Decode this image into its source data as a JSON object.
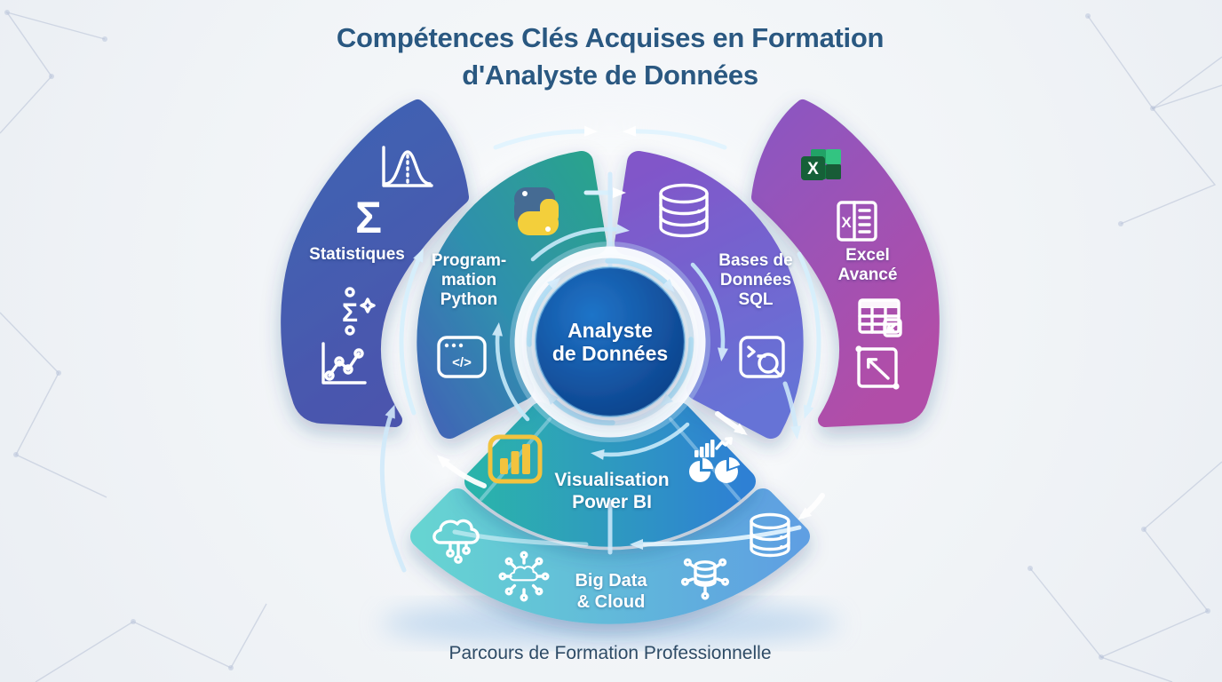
{
  "title": {
    "line1": "Compétences Clés Acquises en Formation",
    "line2": "d'Analyste de Données"
  },
  "caption": "Parcours de Formation Professionnelle",
  "nodes": {
    "center": {
      "label_lines": [
        "Analyste",
        "de Données"
      ]
    },
    "statistiques": {
      "label": "Statistiques",
      "icons": [
        "bell-curve-icon",
        "sigma-icon",
        "sigma-function-icon",
        "scatter-trend-icon"
      ]
    },
    "python": {
      "label_lines": [
        "Program-",
        "mation",
        "Python"
      ],
      "icons": [
        "python-logo-icon",
        "code-window-icon"
      ]
    },
    "sql": {
      "label_lines": [
        "Bases de",
        "Données",
        "SQL"
      ],
      "icons": [
        "database-icon",
        "sql-terminal-icon"
      ]
    },
    "excel": {
      "label_lines": [
        "Excel",
        "Avancé"
      ],
      "icons": [
        "excel-logo-icon",
        "excel-file-icon",
        "spreadsheet-cursor-icon",
        "pivot-table-icon"
      ]
    },
    "powerbi": {
      "label_lines": [
        "Visualisation",
        "Power BI"
      ],
      "icons": [
        "powerbi-logo-icon",
        "bar-chart-trend-icon",
        "pie-charts-icon"
      ]
    },
    "bigdata": {
      "label_lines": [
        "Big Data",
        "& Cloud"
      ],
      "icons": [
        "cloud-network-icon",
        "cloud-nodes-icon",
        "database-nodes-icon",
        "database-stack-icon"
      ]
    }
  },
  "glyphs": {
    "sigma": "Σ",
    "code": "</>",
    "excel_x": "X",
    "file_x": "X"
  },
  "colors": {
    "title": "#2a5881",
    "caption": "#2e4b66",
    "statistics_gradient": [
      "#3e65b3",
      "#4b55ad"
    ],
    "python_gradient": [
      "#2ba38d",
      "#4164b6"
    ],
    "sql_gradient": [
      "#8156c9",
      "#6673d6"
    ],
    "excel_gradient": [
      "#8a56c2",
      "#b14ea8"
    ],
    "powerbi_gradient": [
      "#2cb3ab",
      "#2f80d4"
    ],
    "bigdata_gradient": [
      "#66d4d2",
      "#5e9fe2"
    ],
    "center_gradient": [
      "#1f74c8",
      "#0a3a82"
    ],
    "python_logo_blue": "#456b93",
    "python_logo_yellow": "#f3cf3b",
    "powerbi_logo_yellow": "#f2c33e",
    "excel_green_dark": "#166038",
    "excel_green": "#21a366",
    "arrow_light": "#cfeafb"
  }
}
